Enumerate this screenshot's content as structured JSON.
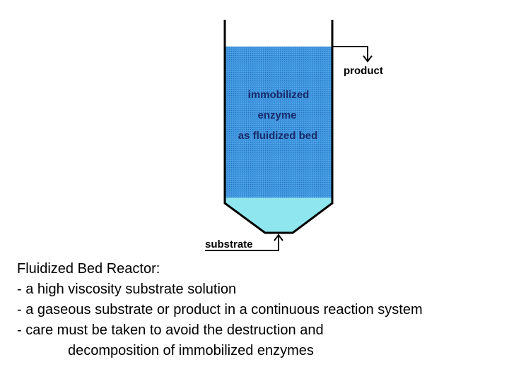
{
  "diagram": {
    "product_label": "product",
    "substrate_label": "substrate",
    "bed_lines": [
      "immobilized",
      "enzyme",
      "as fluidized bed"
    ],
    "colors": {
      "bed_fill": "#3f97e0",
      "cone_fill": "#8fe6ee",
      "wall": "#000000",
      "bed_text": "#1a2a6a"
    }
  },
  "caption": {
    "title": "Fluidized Bed Reactor:",
    "items": [
      "- a high viscosity substrate solution",
      "- a gaseous substrate or product in a continuous reaction system",
      "- care must be taken to avoid the destruction and"
    ],
    "continuation": "decomposition of immobilized enzymes"
  }
}
